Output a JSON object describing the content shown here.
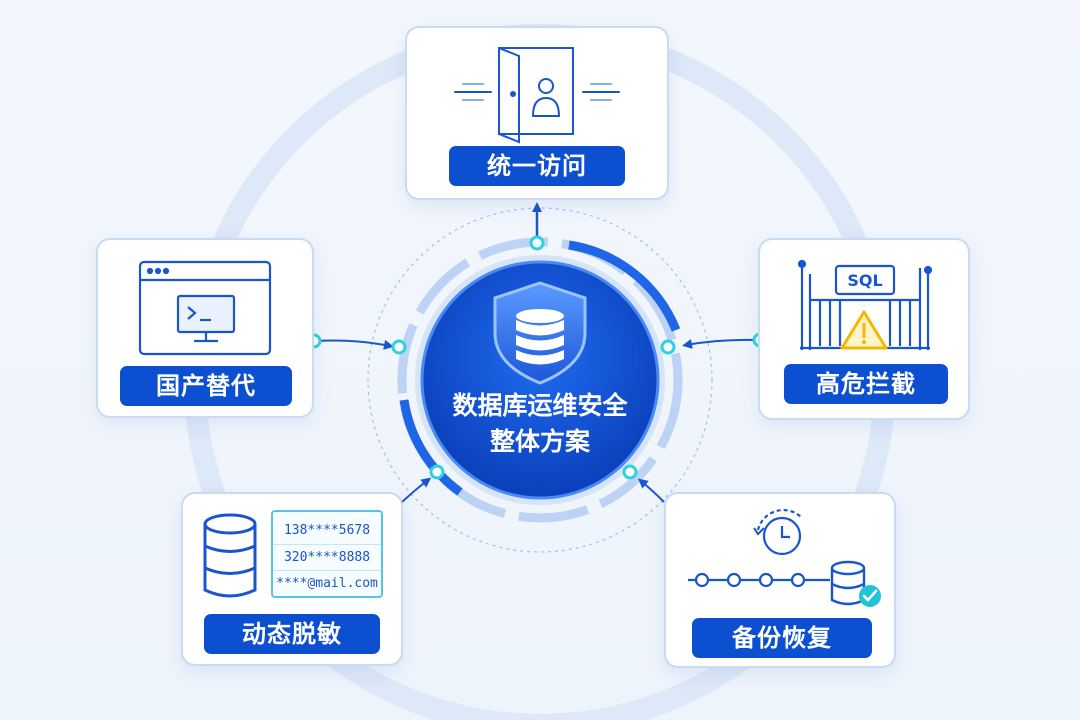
{
  "center": {
    "title_line1": "数据库运维安全",
    "title_line2": "整体方案"
  },
  "modules": {
    "unified_access": {
      "label": "统一访问"
    },
    "domestic_replacement": {
      "label": "国产替代"
    },
    "high_risk_block": {
      "label": "高危拦截",
      "sql_tag": "SQL"
    },
    "dynamic_masking": {
      "label": "动态脱敏",
      "masked_values": [
        "138****5678",
        "320****8888",
        "****@mail.com"
      ]
    },
    "backup_restore": {
      "label": "备份恢复"
    }
  },
  "colors": {
    "primary": "#0d4fd1",
    "accent_cyan": "#2fd1e0",
    "warning": "#f5b800",
    "success": "#22c3d6"
  },
  "icons": [
    "door-person-icon",
    "terminal-monitor-icon",
    "sql-gate-warning-icon",
    "database-icon",
    "clock-timeline-icon",
    "database-check-icon",
    "shield-database-icon"
  ]
}
